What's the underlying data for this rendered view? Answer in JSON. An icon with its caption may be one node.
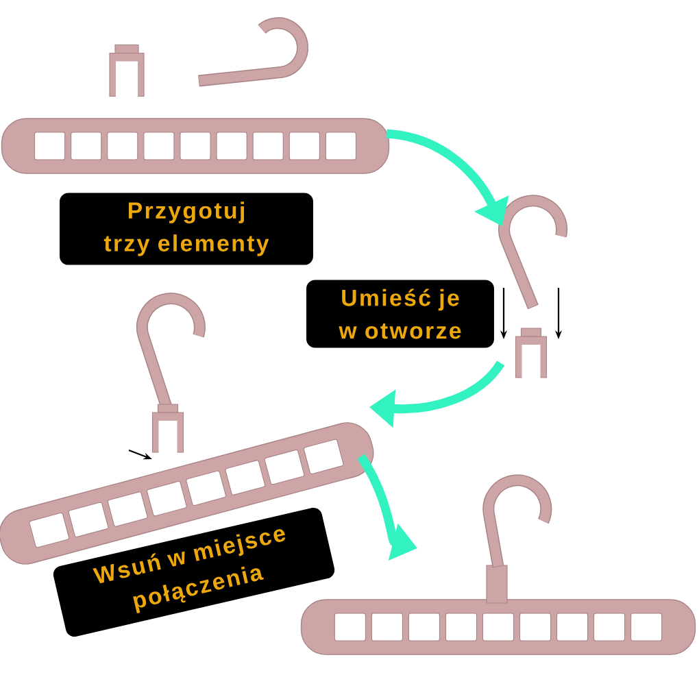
{
  "diagram": {
    "nodes": [
      {
        "text": [],
        "shape": "picture"
      },
      {
        "text": [
          "Przygotuj trzy elementy"
        ]
      },
      {
        "text": [],
        "shape": "picture"
      },
      {
        "text": [
          "Umieść je w otworze"
        ]
      },
      {
        "text": [],
        "shape": "picture"
      },
      {
        "text": [
          "Wsuń w miejsce połączenia"
        ]
      },
      {
        "text": [],
        "shape": "picture"
      }
    ],
    "edges": [
      {
        "from": 0,
        "to": 2,
        "arrow": "to"
      },
      {
        "from": 2,
        "to": 4,
        "arrow": "to"
      },
      {
        "from": 4,
        "to": 6,
        "arrow": "to"
      }
    ]
  }
}
